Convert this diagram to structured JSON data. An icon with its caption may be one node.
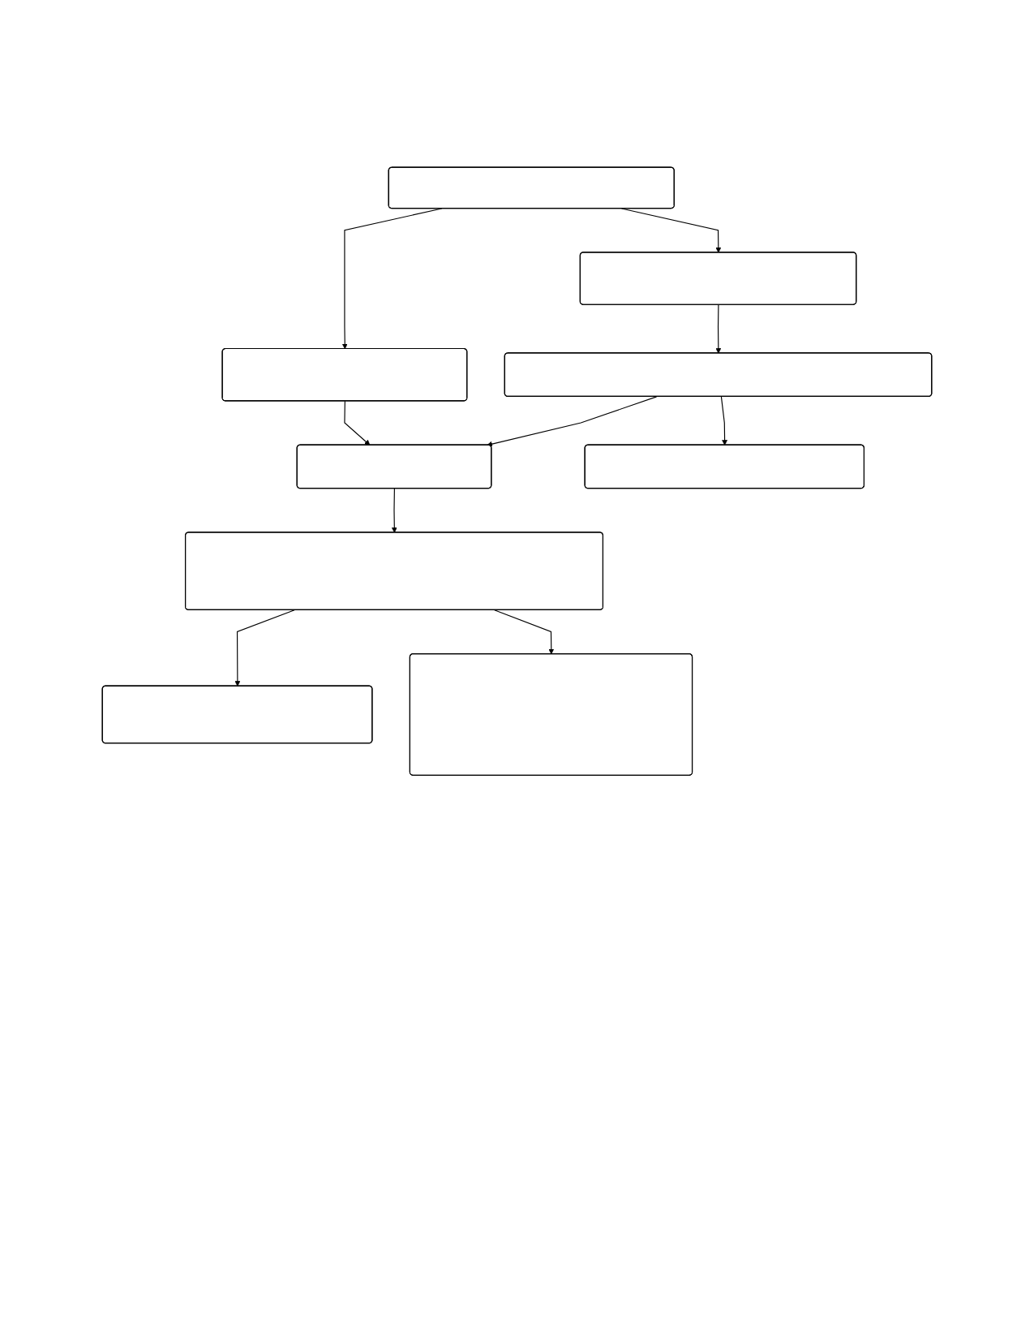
{
  "diagram": {
    "nodes": [
      {
        "text": [],
        "shape": "box"
      },
      {
        "text": [],
        "shape": "box"
      },
      {
        "text": [],
        "shape": "box"
      },
      {
        "text": [],
        "shape": "box"
      },
      {
        "text": [],
        "shape": "box"
      },
      {
        "text": [],
        "shape": "box"
      },
      {
        "text": [],
        "shape": "box"
      },
      {
        "text": [],
        "shape": "box"
      },
      {
        "text": [],
        "shape": "box"
      }
    ],
    "edges": [
      {
        "from": 0,
        "to": 1,
        "arrow": "to"
      },
      {
        "from": 0,
        "to": 2,
        "arrow": "to"
      },
      {
        "from": 2,
        "to": 3,
        "arrow": "to"
      },
      {
        "from": 1,
        "to": 4,
        "arrow": "to"
      },
      {
        "from": 3,
        "to": 4,
        "arrow": "to"
      },
      {
        "from": 3,
        "to": 5,
        "arrow": "to"
      },
      {
        "from": 4,
        "to": 6,
        "arrow": "to"
      },
      {
        "from": 6,
        "to": 7,
        "arrow": "to"
      },
      {
        "from": 6,
        "to": 8,
        "arrow": "to"
      }
    ]
  }
}
